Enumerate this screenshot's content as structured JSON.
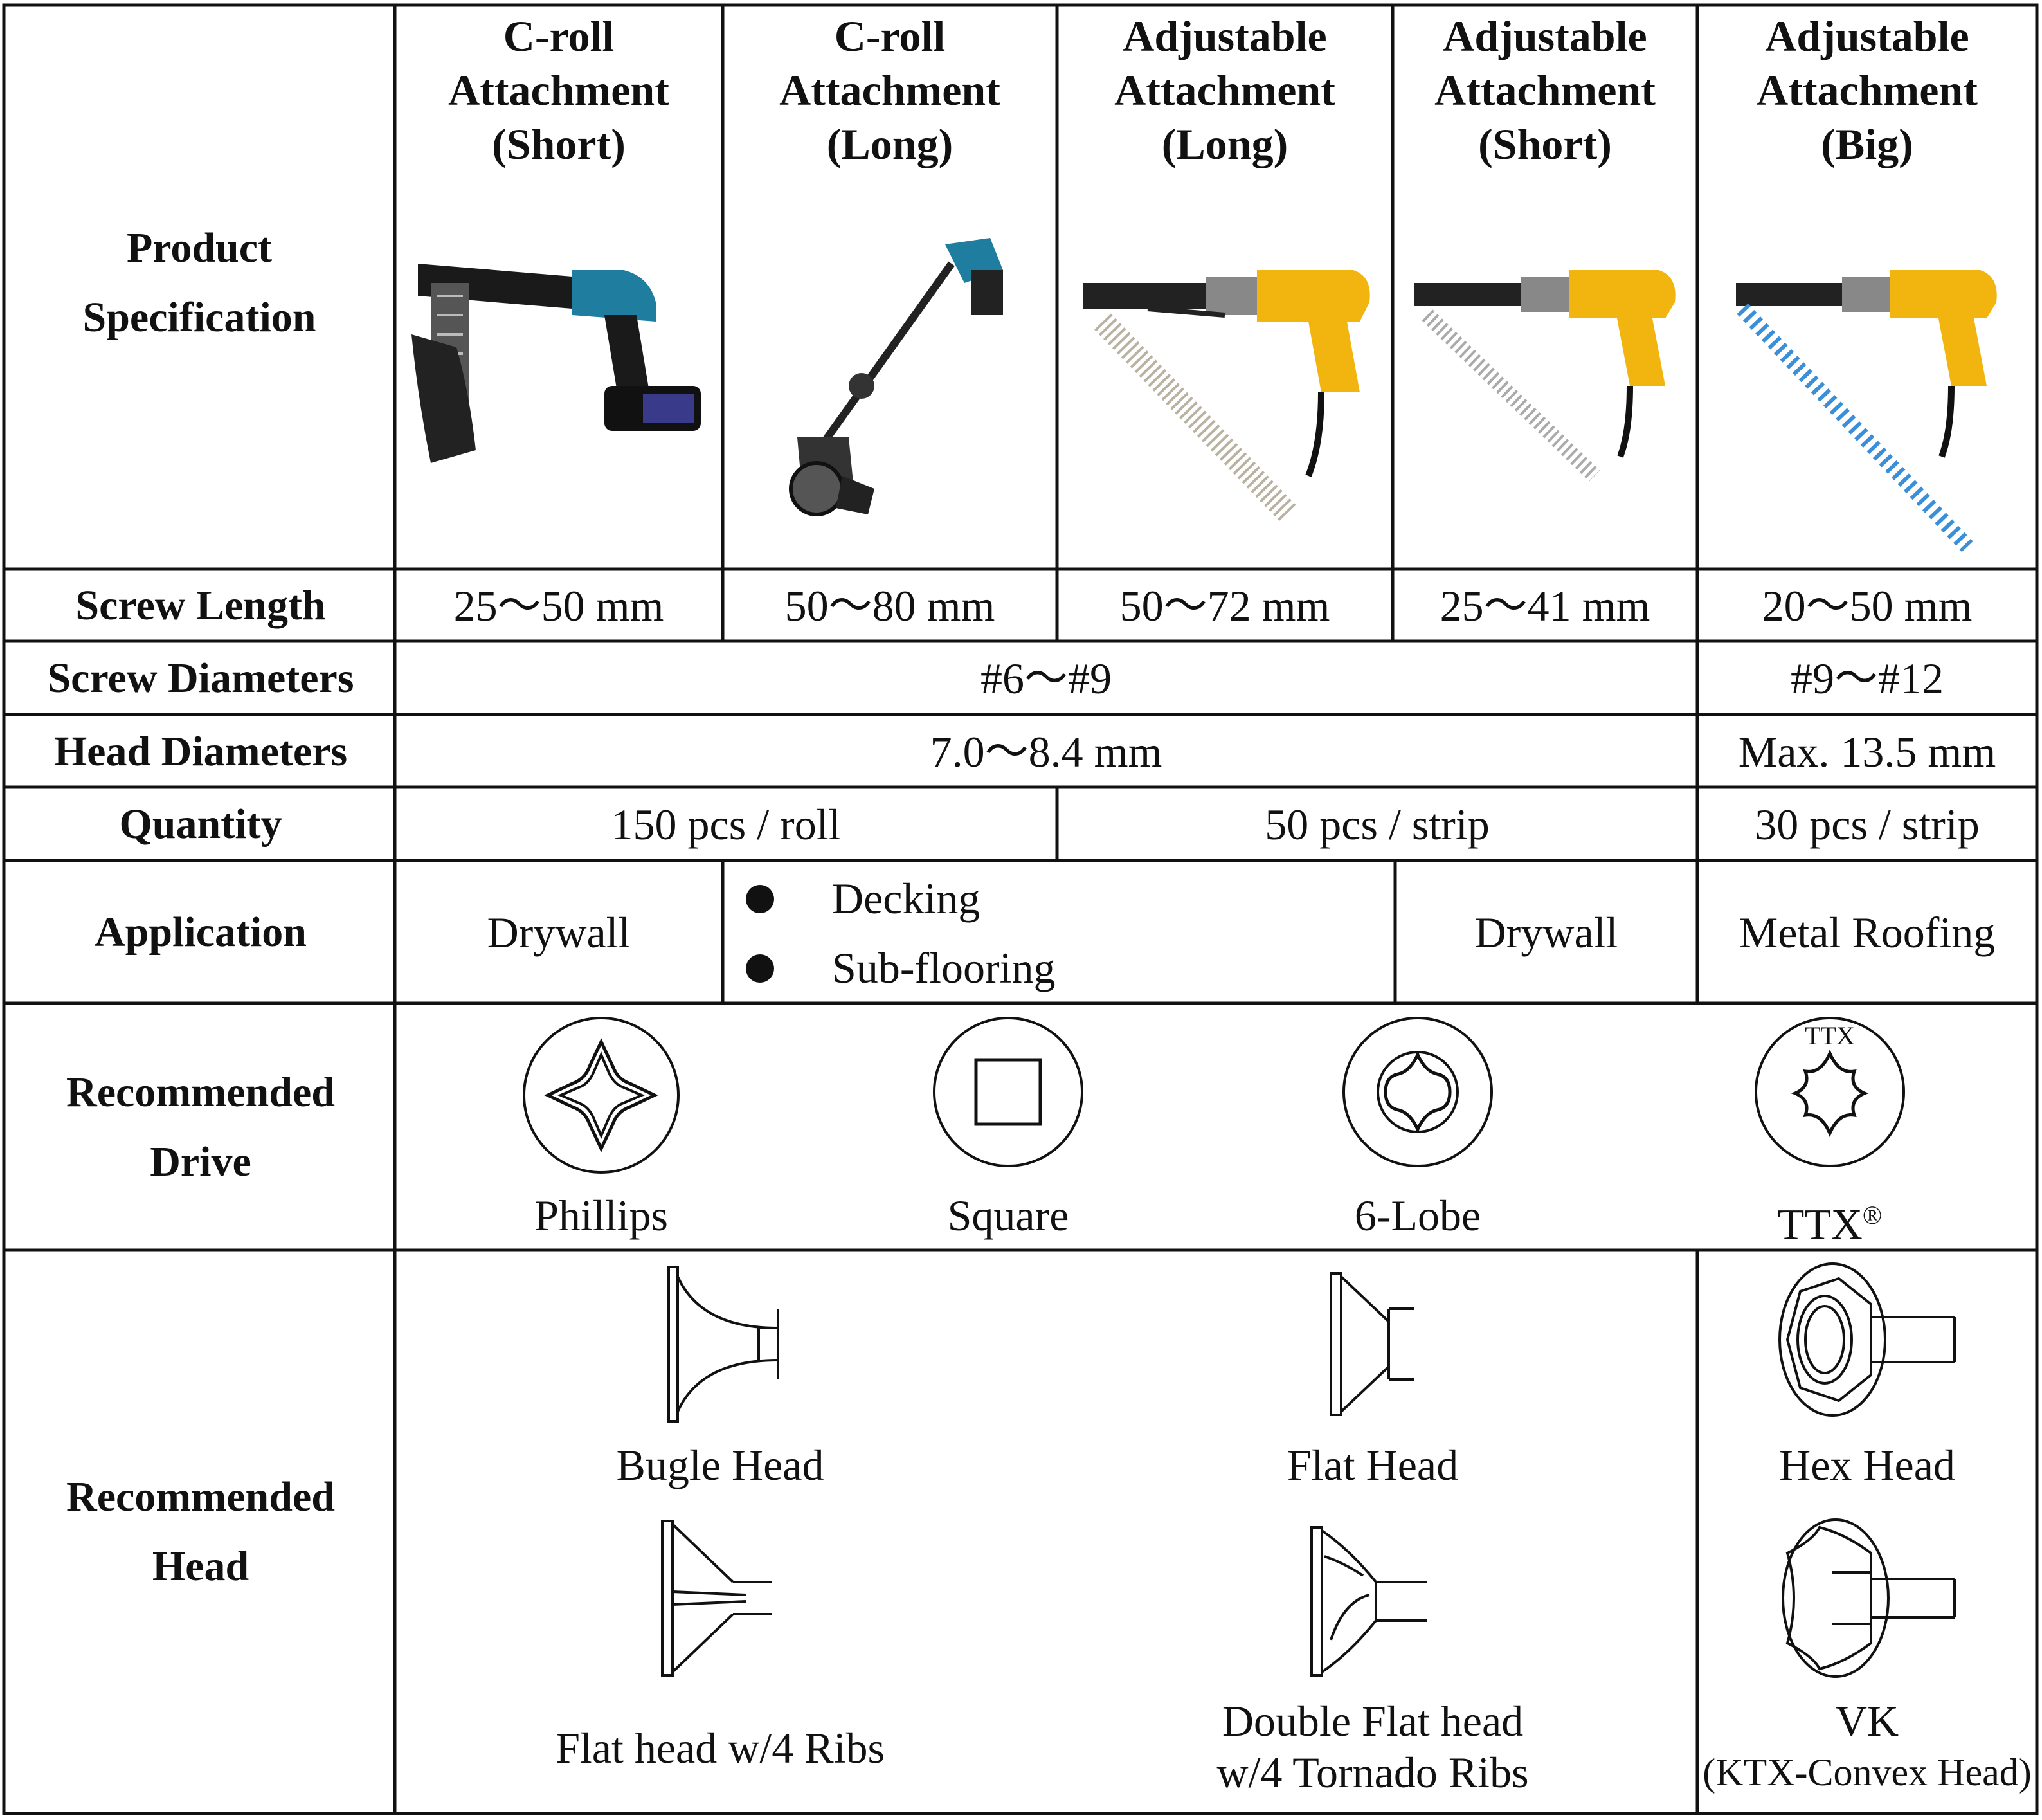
{
  "table": {
    "corner_label": "Product Specification",
    "columns": [
      {
        "line1": "C-roll",
        "line2": "Attachment",
        "line3": "(Short)",
        "image": "cordless-screwdriver-with-c-roll-short-attachment"
      },
      {
        "line1": "C-roll",
        "line2": "Attachment",
        "line3": "(Long)",
        "image": "cordless-screwdriver-with-c-roll-long-extension"
      },
      {
        "line1": "Adjustable",
        "line2": "Attachment",
        "line3": "(Long)",
        "image": "yellow-screwdriver-with-long-strip-attachment"
      },
      {
        "line1": "Adjustable",
        "line2": "Attachment",
        "line3": "(Short)",
        "image": "yellow-screwdriver-with-short-strip-attachment"
      },
      {
        "line1": "Adjustable",
        "line2": "Attachment",
        "line3": "(Big)",
        "image": "yellow-screwdriver-with-blue-screw-strip"
      }
    ],
    "rows": {
      "screw_length": {
        "label": "Screw Length",
        "values": [
          "25～50 mm",
          "50～80 mm",
          "50～72 mm",
          "25～41 mm",
          "20～50 mm"
        ]
      },
      "screw_diameters": {
        "label": "Screw Diameters",
        "main": "#6～#9",
        "big": "#9～#12"
      },
      "head_diameters": {
        "label": "Head Diameters",
        "main": "7.0～8.4 mm",
        "big": "Max. 13.5 mm"
      },
      "quantity": {
        "label": "Quantity",
        "croll": "150 pcs / roll",
        "adjustable": "50 pcs / strip",
        "big": "30 pcs / strip"
      },
      "application": {
        "label": "Application",
        "col1": "Drywall",
        "bullets": [
          "Decking",
          "Sub-flooring"
        ],
        "col4": "Drywall",
        "big": "Metal Roofing"
      },
      "drive": {
        "label_line1": "Recommended",
        "label_line2": "Drive",
        "items": [
          {
            "name": "Phillips",
            "icon": "phillips-drive-icon"
          },
          {
            "name": "Square",
            "icon": "square-drive-icon"
          },
          {
            "name": "6-Lobe",
            "icon": "six-lobe-drive-icon"
          },
          {
            "name": "TTX",
            "sup": "®",
            "icon": "ttx-drive-icon",
            "icon_text": "TTX"
          }
        ]
      },
      "head": {
        "label_line1": "Recommended",
        "label_line2": "Head",
        "items": [
          {
            "name": "Bugle Head",
            "icon": "bugle-head-icon"
          },
          {
            "name": "Flat Head",
            "icon": "flat-head-icon"
          },
          {
            "name": "Hex Head",
            "icon": "hex-head-icon"
          },
          {
            "name": "Flat head w/4 Ribs",
            "icon": "flat-head-ribs-icon"
          },
          {
            "name_line1": "Double Flat head",
            "name_line2": "w/4 Tornado Ribs",
            "icon": "double-flat-head-icon"
          },
          {
            "name_line1": "VK",
            "name_line2": "(KTX-Convex Head)",
            "icon": "vk-head-icon"
          }
        ]
      }
    }
  },
  "colors": {
    "border": "#111111",
    "tool_yellow": "#f2b50f",
    "tool_teal": "#1f7ea0",
    "screw_blue": "#3a8fd8",
    "screw_silver": "#b9b2a1"
  }
}
